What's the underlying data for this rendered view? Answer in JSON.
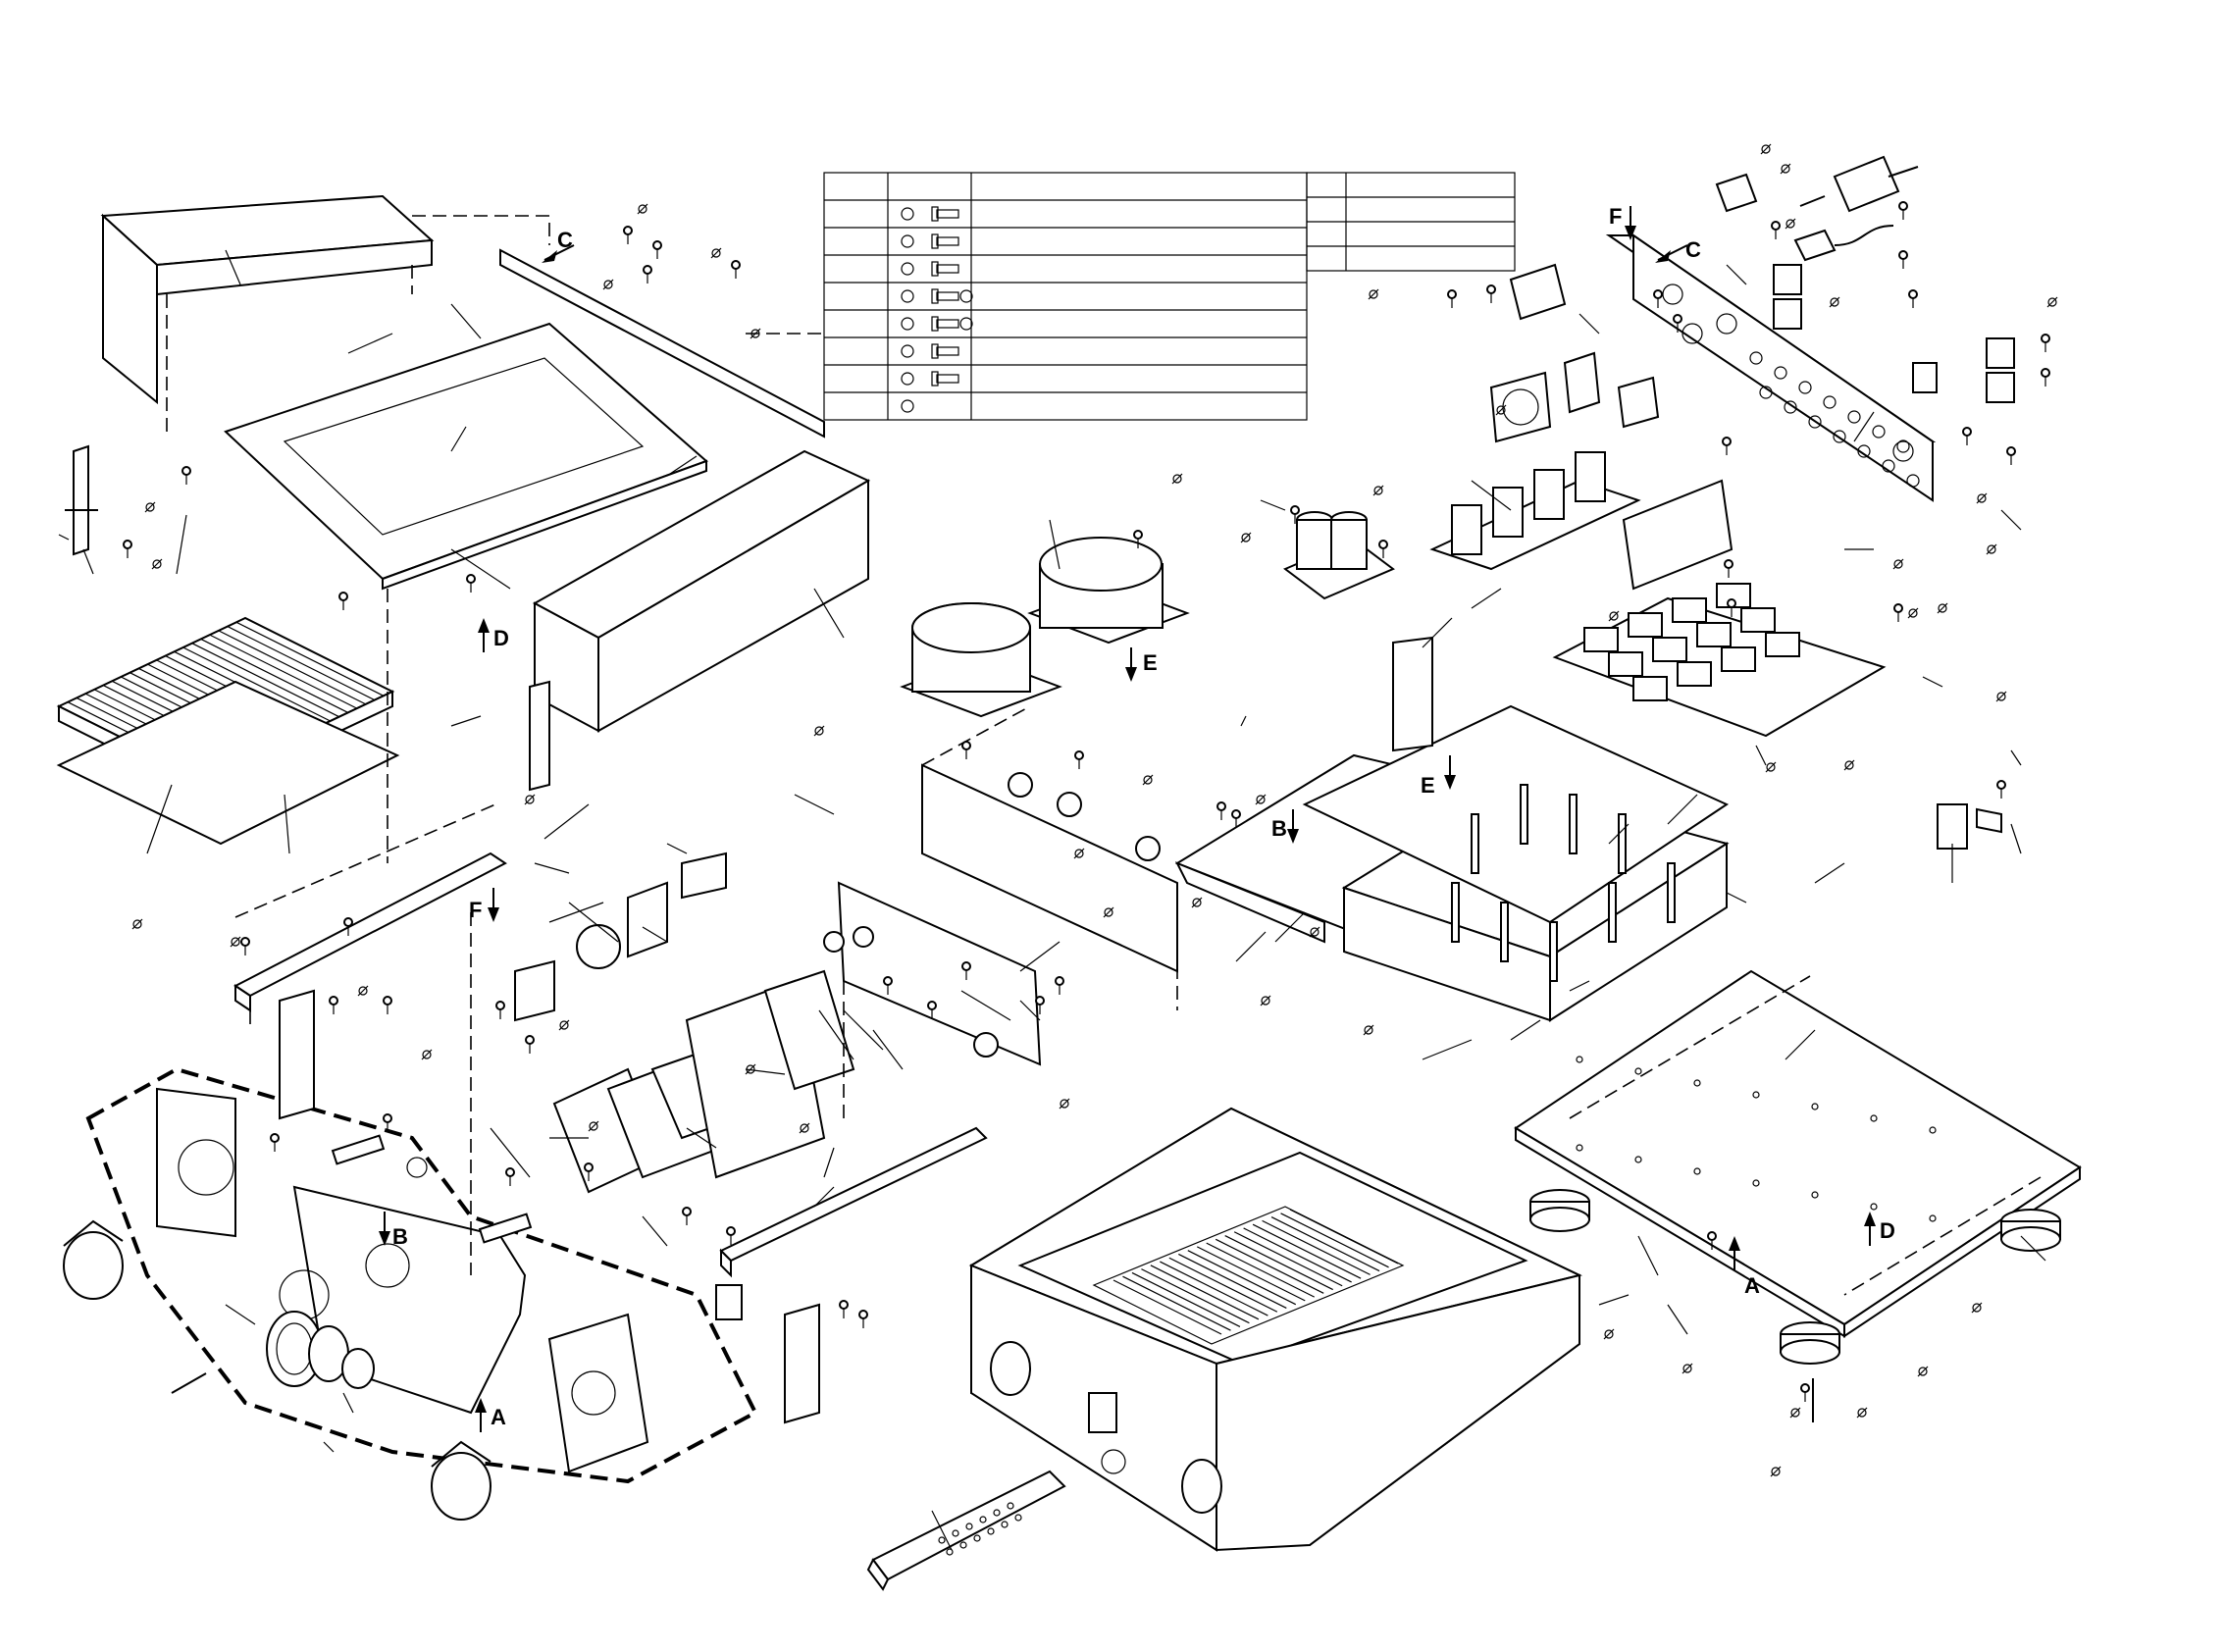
{
  "view_markers": [
    {
      "id": "marker-c-top",
      "letter": "C"
    },
    {
      "id": "marker-c-rear",
      "letter": "C"
    },
    {
      "id": "marker-d-chassis",
      "letter": "D"
    },
    {
      "id": "marker-d-bottom",
      "letter": "D"
    },
    {
      "id": "marker-e-trans",
      "letter": "E"
    },
    {
      "id": "marker-e-chassis",
      "letter": "E"
    },
    {
      "id": "marker-f-rear",
      "letter": "F"
    },
    {
      "id": "marker-f-bracket",
      "letter": "F"
    },
    {
      "id": "marker-b-front",
      "letter": "B"
    },
    {
      "id": "marker-b-chassis",
      "letter": "B"
    },
    {
      "id": "marker-a-front",
      "letter": "A"
    },
    {
      "id": "marker-a-bottom",
      "letter": "A"
    }
  ],
  "screw_legend": {
    "rows": 9,
    "secondary_rows": 4
  },
  "colors": {
    "line": "#000000",
    "background": "#ffffff"
  }
}
